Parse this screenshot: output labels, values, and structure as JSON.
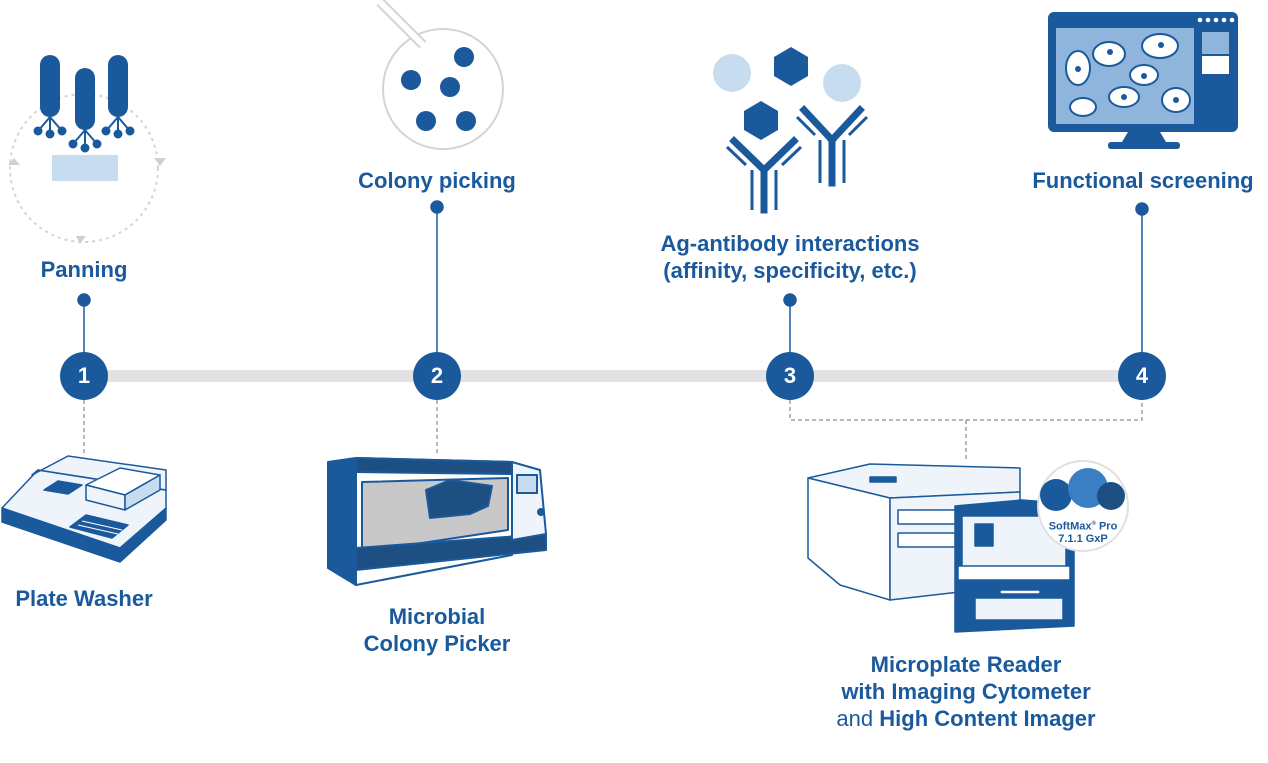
{
  "steps": [
    {
      "number": "1",
      "label": "Panning",
      "instrument": "Plate Washer"
    },
    {
      "number": "2",
      "label": "Colony picking",
      "instrument_lines": [
        "Microbial",
        "Colony Picker"
      ]
    },
    {
      "number": "3",
      "label_lines": [
        "Ag-antibody interactions",
        "(affinity, specificity, etc.)"
      ]
    },
    {
      "number": "4",
      "label": "Functional screening"
    }
  ],
  "shared_instrument": {
    "line1": "Microplate Reader",
    "line2": "with Imaging Cytometer",
    "line3_connector": "and",
    "line3_rest": "High Content Imager"
  },
  "software_badge": {
    "product": "SoftMax",
    "product_suffix": "Pro",
    "version": "7.1.1 GxP"
  },
  "colors": {
    "primary": "#1a5a9c",
    "dark_blue": "#1e4f82",
    "light_blue": "#c8dcef",
    "pale_blue": "#eef4fa",
    "timeline_gray": "#e2e2e2",
    "dashed_gray": "#8a8a8a"
  },
  "icons": [
    "antibody-panning-icon",
    "petri-dish-icon",
    "antibody-antigen-icon",
    "monitor-cells-icon",
    "plate-washer-icon",
    "colony-picker-icon",
    "microplate-reader-icon",
    "softmax-pro-badge-icon"
  ]
}
